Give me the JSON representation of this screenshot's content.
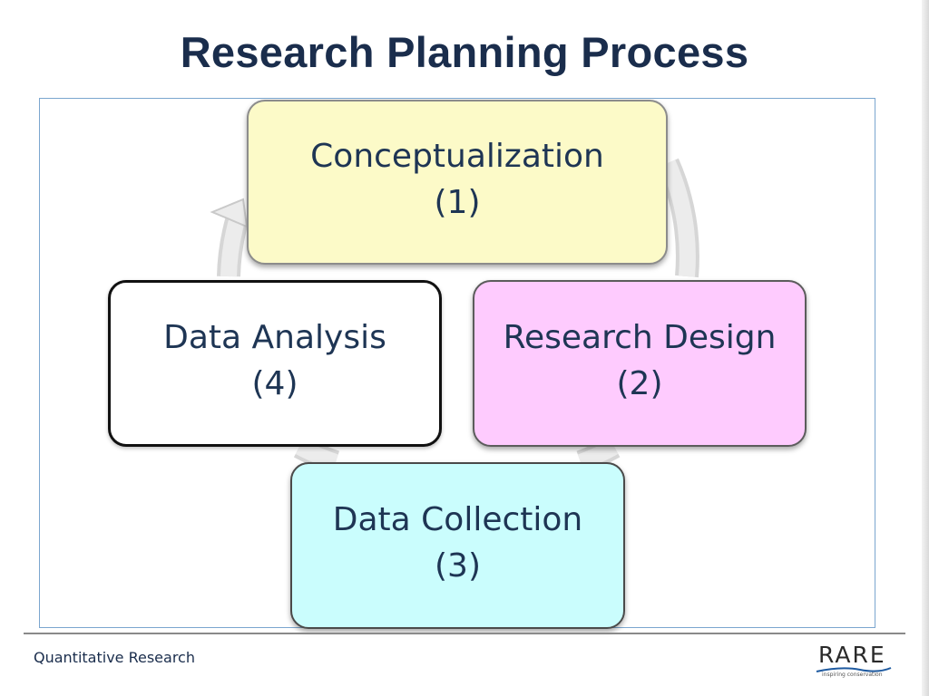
{
  "slide": {
    "title": "Research Planning Process"
  },
  "stages": [
    {
      "label": "Conceptualization",
      "number": "(1)",
      "fill": "#fcfac8"
    },
    {
      "label": "Research Design",
      "number": "(2)",
      "fill": "#fecbfe"
    },
    {
      "label": "Data Collection",
      "number": "(3)",
      "fill": "#cafdfd"
    },
    {
      "label": "Data Analysis",
      "number": "(4)",
      "fill": "#ffffff"
    }
  ],
  "footer": {
    "text": "Quantitative Research",
    "logo_word": "RARE",
    "logo_tagline": "inspiring conservation"
  },
  "colors": {
    "title": "#1a2d4c",
    "frame_border": "#7ba6cf",
    "cycle_arrow": "#d9d9d9"
  }
}
